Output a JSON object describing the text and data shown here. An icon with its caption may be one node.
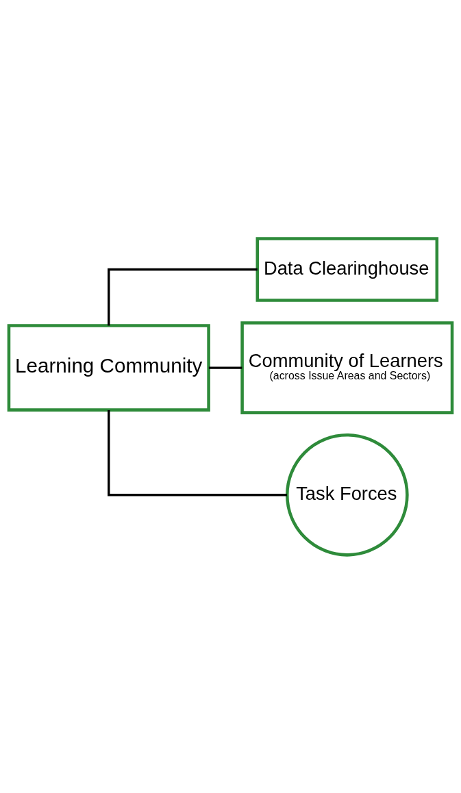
{
  "diagram": {
    "nodes": [
      {
        "text": [
          "Learning Community"
        ]
      },
      {
        "text": [
          "Data Clearinghouse"
        ]
      },
      {
        "text": [
          "Community of Learners",
          "(across Issue Areas and Sectors)"
        ]
      },
      {
        "text": [
          "Task Forces"
        ]
      }
    ],
    "edges": [
      {
        "from": 0,
        "to": 1,
        "arrow": "none"
      },
      {
        "from": 0,
        "to": 2,
        "arrow": "none"
      },
      {
        "from": 0,
        "to": 3,
        "arrow": "none"
      }
    ]
  }
}
